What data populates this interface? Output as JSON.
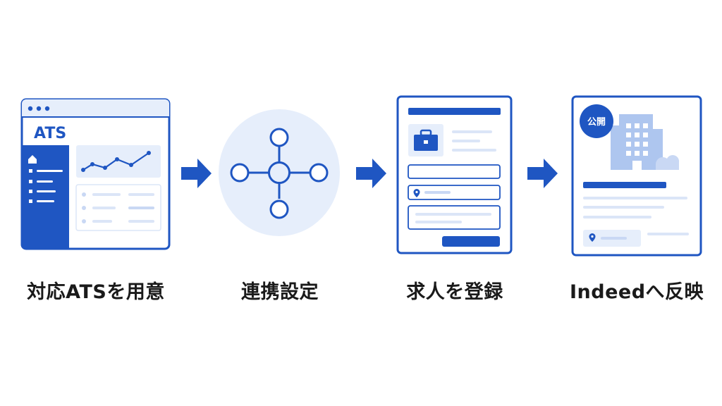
{
  "colors": {
    "primary": "#1f56c2",
    "light": "#e6eefb",
    "pale": "#c9d8f4",
    "building": "#aec6ef"
  },
  "steps": [
    {
      "label": "対応ATSを用意",
      "icon": "ats-window-icon",
      "screen_title": "ATS"
    },
    {
      "label": "連携設定",
      "icon": "network-nodes-icon"
    },
    {
      "label": "求人を登録",
      "icon": "job-form-icon"
    },
    {
      "label": "Indeedへ反映",
      "icon": "published-job-card-icon",
      "badge": "公開"
    }
  ],
  "connectors": [
    "arrow-right-icon",
    "arrow-right-icon",
    "arrow-right-icon"
  ]
}
